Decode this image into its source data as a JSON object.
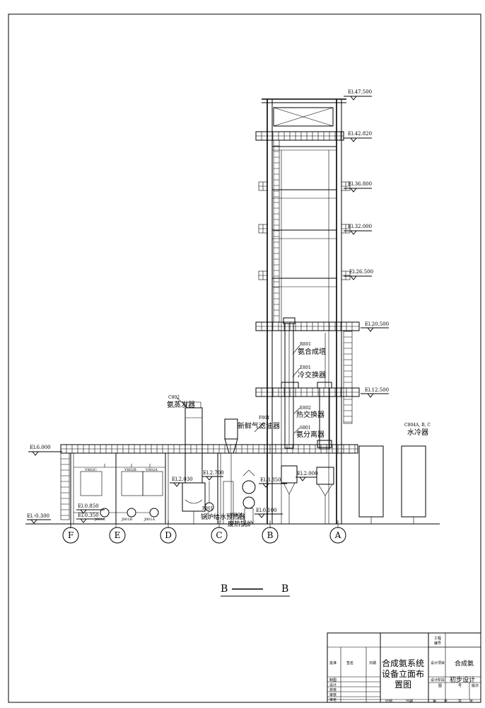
{
  "elevations": {
    "el_47500": "El.47.500",
    "el_42820": "El.42.820",
    "el_36800": "El.36.800",
    "el_32000": "El.32.000",
    "el_26500": "El.26.500",
    "el_20500": "El.20.500",
    "el_12500": "El.12.500",
    "el_6000": "El.6.000",
    "el_3850": "El.3.850",
    "el_2700": "El.2.700",
    "el_2000": "El.2.000",
    "el_2030": "El.2.030",
    "el_0850": "El.0.850",
    "el_0350": "El.0.350",
    "el_0100": "El.0.100",
    "el_m0300": "El.-0.300"
  },
  "equipment": {
    "r0801_tag": "R801",
    "r0801_name": "氨合成塔",
    "e0801_tag": "E801",
    "e0801_name": "冷交换器",
    "e0802_tag": "E802",
    "e0802_name": "热交换器",
    "s0801_tag": "S801",
    "s0801_name": "氨分离器",
    "f0801_tag": "F801",
    "f0801_name": "新鲜气滤油器",
    "c0802_tag": "C802",
    "c0802_name": "氨蒸发器",
    "c0804_tag": "C804A, B, C",
    "c0804_name": "水冷器",
    "p0801_tag": "P801",
    "p0801_name": "锅炉给水预热器",
    "w0801_tag": "W801",
    "w0801_name": "废热锅炉",
    "v802c": "V802C",
    "v802b": "V802B",
    "v802a": "V802A",
    "j801c": "J801C",
    "j801b": "J801B",
    "j801a": "J801A"
  },
  "axes": [
    "F",
    "E",
    "D",
    "C",
    "B",
    "A"
  ],
  "section_label": {
    "left": "B",
    "right": "B"
  },
  "title_block": {
    "drawing_title_1": "合成氨系统",
    "drawing_title_2": "设备立面布",
    "drawing_title_3": "置图",
    "project_label": "设计项目",
    "project_value": "合成氨",
    "stage_label": "设计阶段",
    "stage_value": "初步设计",
    "project_no_1": "工程",
    "project_no_2": "编号",
    "col_check": "签名",
    "col_date": "日期",
    "col_ver": "批准",
    "rows": [
      "制图",
      "设计",
      "校核",
      "审核",
      "审定"
    ],
    "drawing_no_label": "图",
    "drawing_no": "号",
    "sheet": "版次",
    "bottom_labels": [
      "比例",
      "日期",
      "第",
      "张",
      "共",
      "张"
    ]
  }
}
